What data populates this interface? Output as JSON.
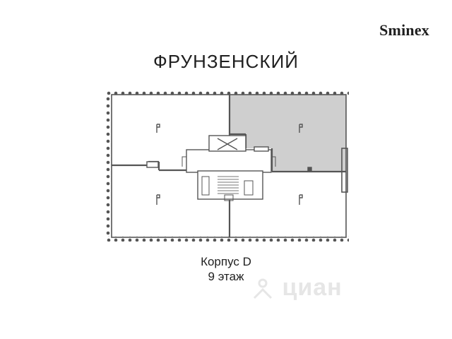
{
  "brand": {
    "logo_text": "Sminex"
  },
  "title": "ФРУНЗЕНСКИЙ",
  "plan": {
    "highlighted_unit": "top-right",
    "colors": {
      "wall": "#555555",
      "highlight": "#cfcfcf",
      "background": "#ffffff"
    }
  },
  "caption": {
    "building": "Корпус D",
    "floor": "9 этаж"
  },
  "watermark": {
    "text": "циан"
  }
}
